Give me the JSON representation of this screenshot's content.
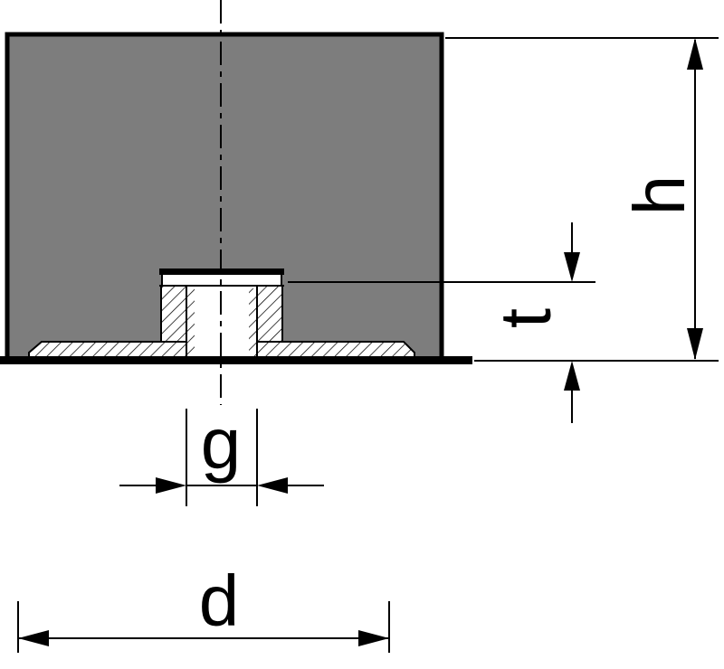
{
  "drawing": {
    "labels": {
      "height": "h",
      "thread_depth": "t",
      "thread_size": "g",
      "diameter": "d"
    },
    "colors": {
      "body_fill": "#7d7d7d",
      "line": "#000000",
      "background": "#ffffff"
    }
  }
}
